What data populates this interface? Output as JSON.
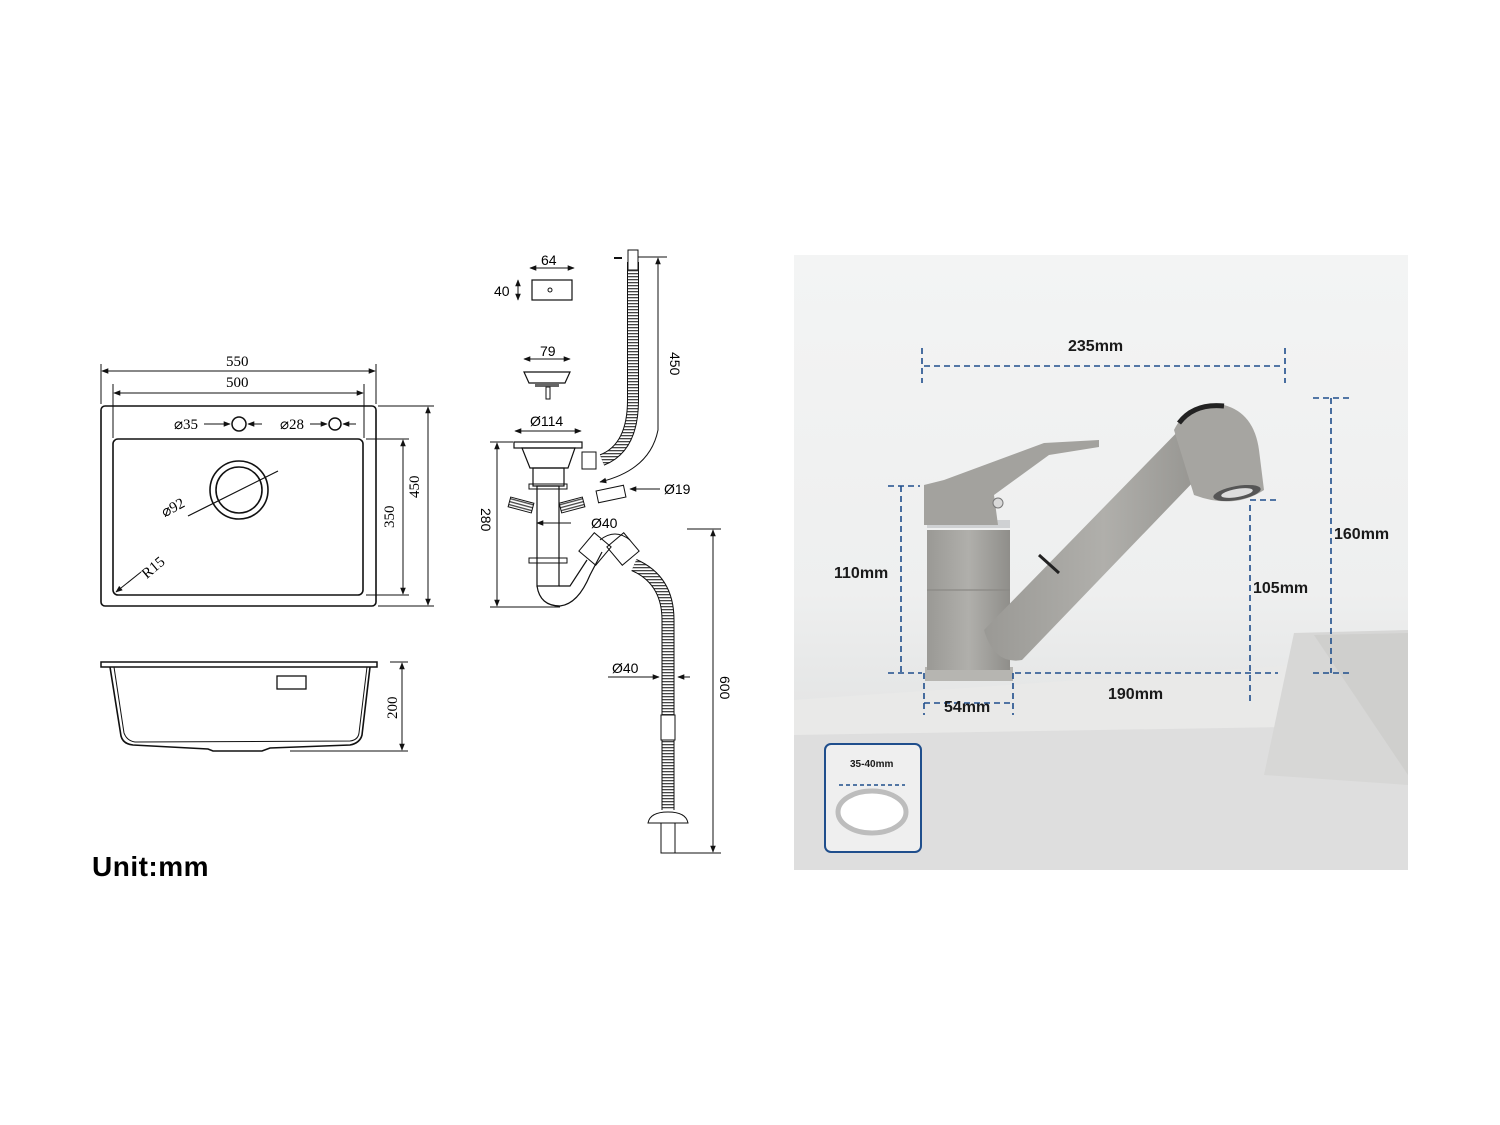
{
  "unit_label": "Unit:mm",
  "sink_top_view": {
    "overall_width": "550",
    "inner_width": "500",
    "overall_depth": "450",
    "inner_depth": "350",
    "tap_hole_1": "⌀35",
    "tap_hole_2": "⌀28",
    "drain_diameter": "⌀92",
    "corner_radius": "R15"
  },
  "sink_side_view": {
    "bowl_depth": "200"
  },
  "drain_kit": {
    "overflow_width": "64",
    "overflow_height": "40",
    "strainer_diameter": "79",
    "flange_diameter": "Ø114",
    "overflow_hose_length": "450",
    "drain_height": "280",
    "side_connector_diameter": "Ø19",
    "pipe_diameter": "Ø40",
    "hose_diameter": "Ø40",
    "hose_length": "600"
  },
  "faucet_photo": {
    "total_reach": "235mm",
    "body_height": "110mm",
    "base_diameter": "54mm",
    "spout_reach": "190mm",
    "spout_clearance": "105mm",
    "total_height": "160mm",
    "mounting_hole": "35-40mm",
    "colors": {
      "dimension_line": "#1f4e8c",
      "faucet_body": "#a7a6a2",
      "background": "#efefef"
    }
  }
}
